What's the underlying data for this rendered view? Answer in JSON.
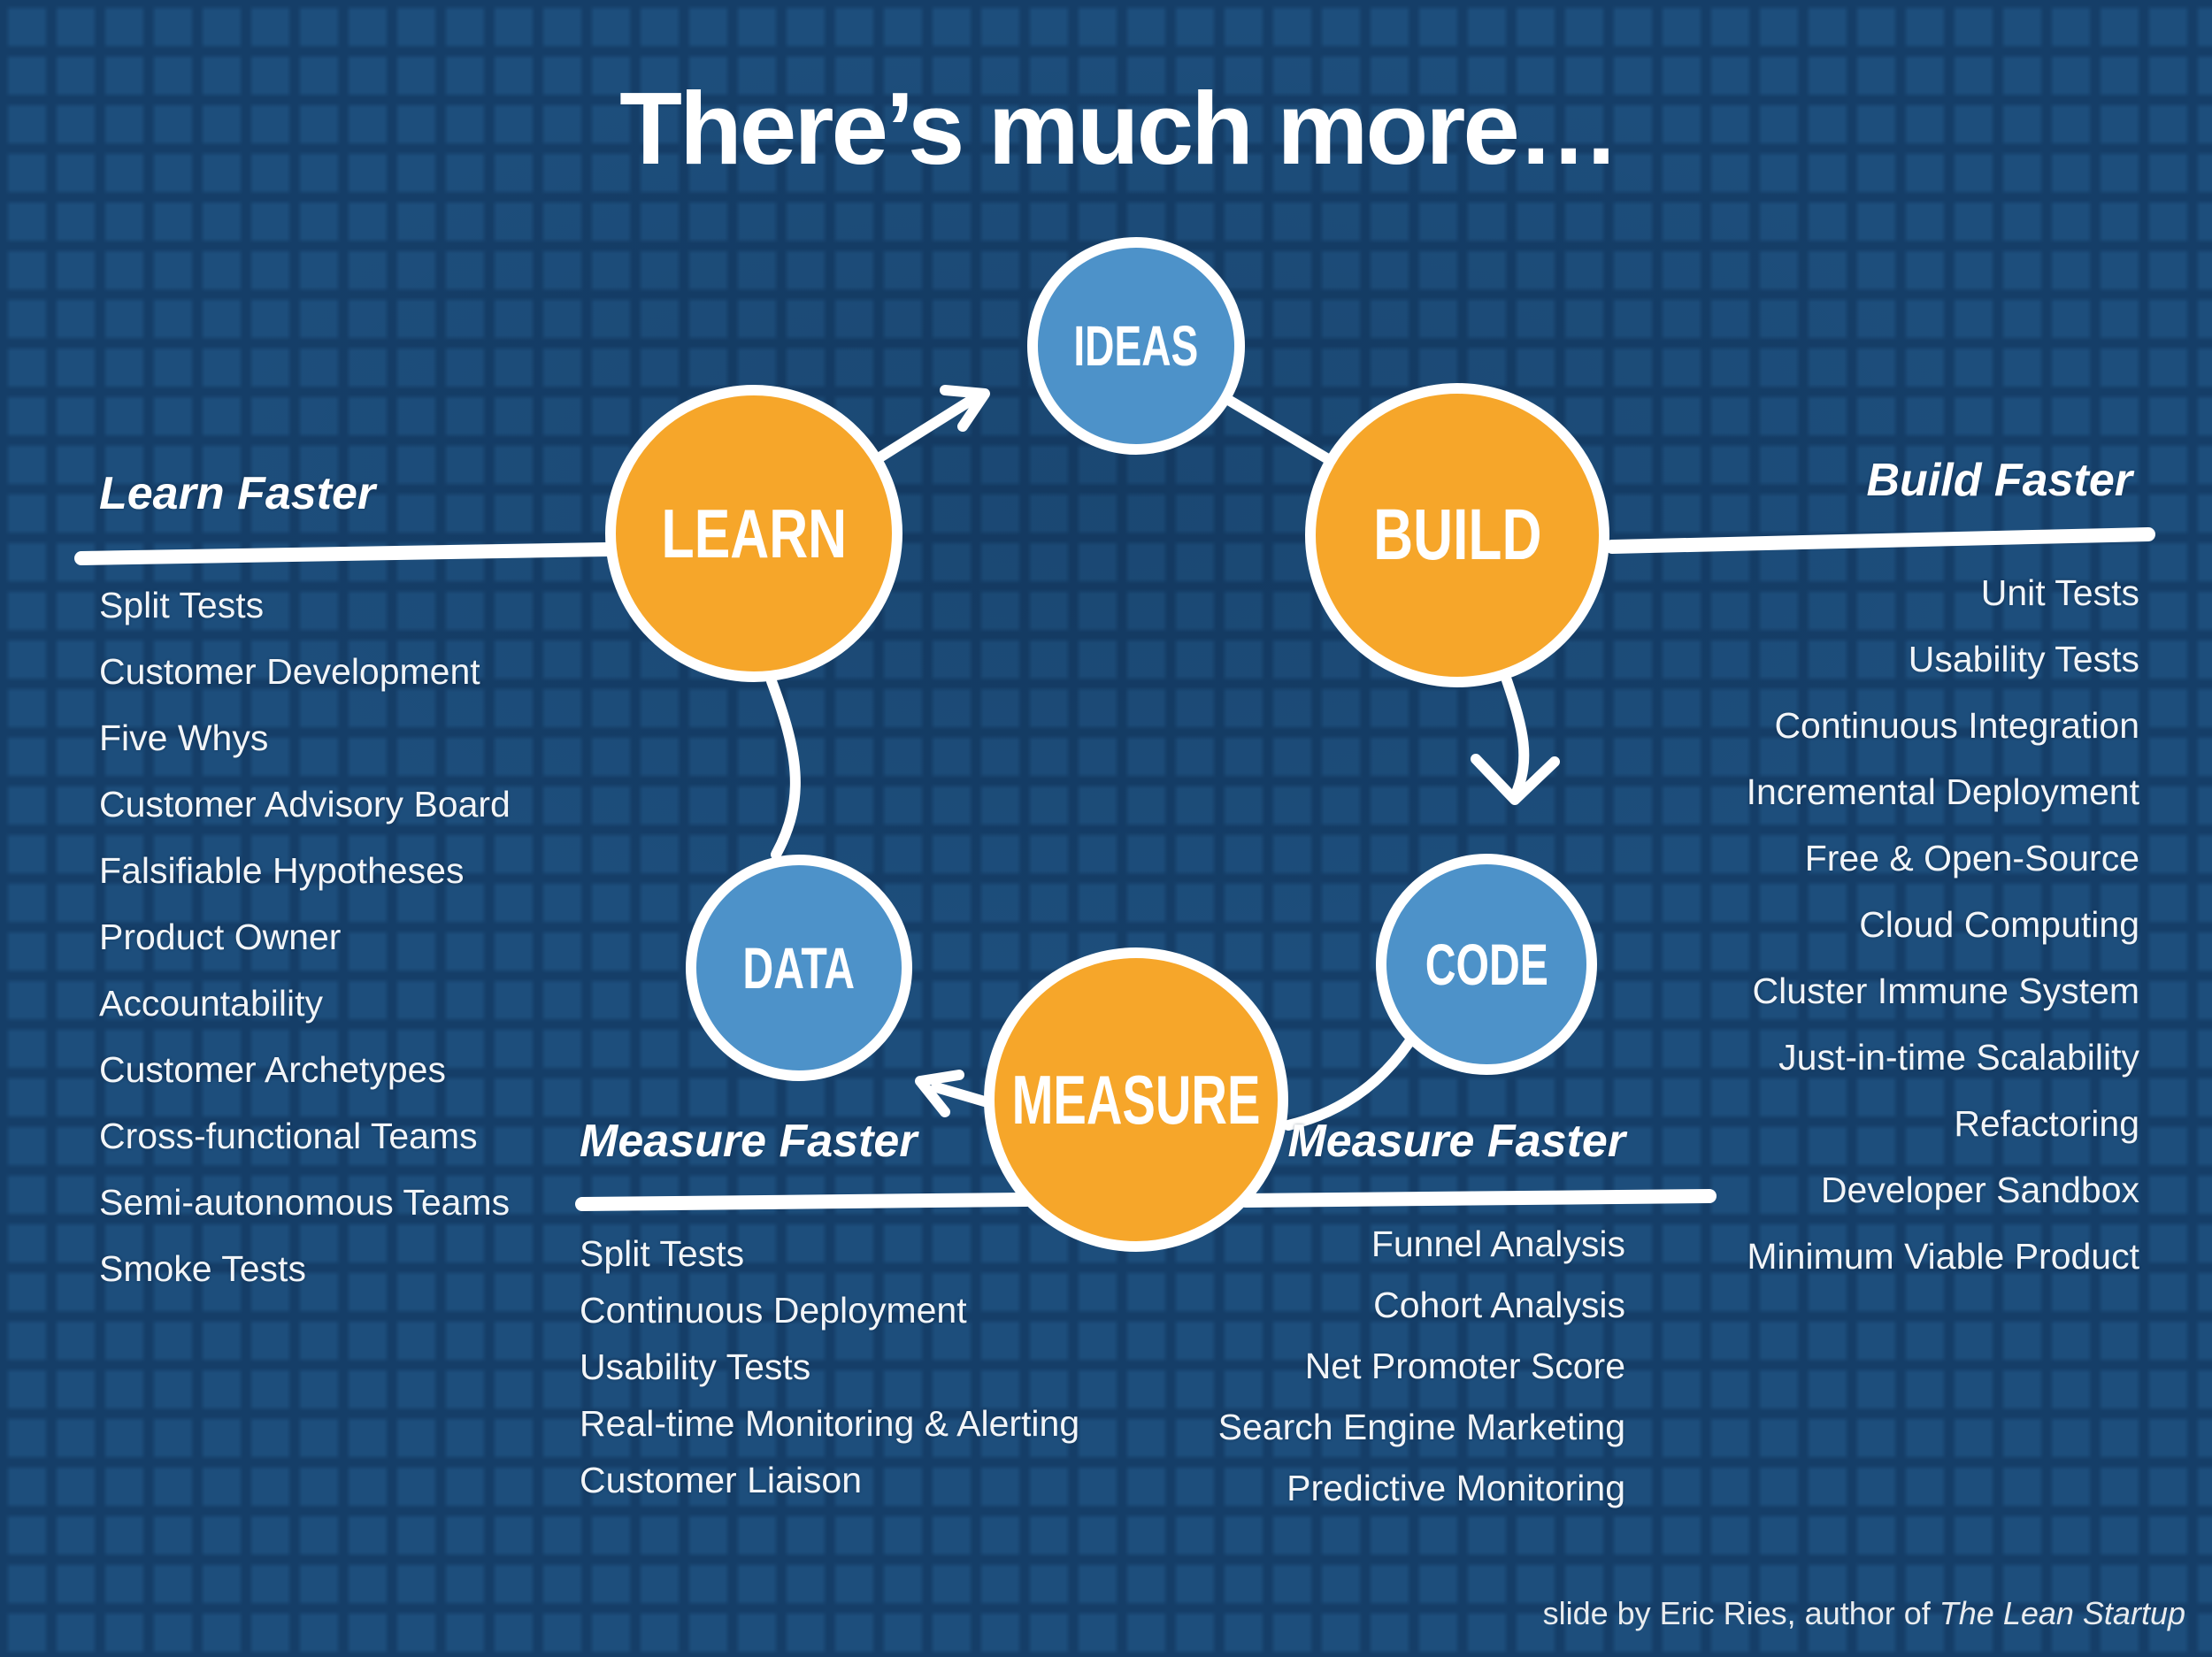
{
  "title": "There’s much more…",
  "cycle": {
    "nodes": [
      {
        "id": "ideas",
        "label": "IDEAS",
        "color": "blue"
      },
      {
        "id": "build",
        "label": "BUILD",
        "color": "orange"
      },
      {
        "id": "code",
        "label": "CODE",
        "color": "blue"
      },
      {
        "id": "measure",
        "label": "MEASURE",
        "color": "orange"
      },
      {
        "id": "data",
        "label": "DATA",
        "color": "blue"
      },
      {
        "id": "learn",
        "label": "LEARN",
        "color": "orange"
      }
    ]
  },
  "sections": {
    "learn_faster": {
      "heading": "Learn Faster",
      "items": [
        "Split Tests",
        "Customer Development",
        "Five Whys",
        "Customer Advisory Board",
        "Falsifiable Hypotheses",
        "Product Owner",
        "Accountability",
        "Customer Archetypes",
        "Cross-functional Teams",
        "Semi-autonomous Teams",
        "Smoke Tests"
      ]
    },
    "build_faster": {
      "heading": "Build Faster",
      "items": [
        "Unit Tests",
        "Usability Tests",
        "Continuous Integration",
        "Incremental Deployment",
        "Free & Open-Source",
        "Cloud Computing",
        "Cluster Immune System",
        "Just-in-time Scalability",
        "Refactoring",
        "Developer Sandbox",
        "Minimum Viable Product"
      ]
    },
    "measure_faster_left": {
      "heading": "Measure Faster",
      "items": [
        "Split Tests",
        "Continuous Deployment",
        "Usability Tests",
        "Real-time Monitoring & Alerting",
        "Customer Liaison"
      ]
    },
    "measure_faster_right": {
      "heading": "Measure Faster",
      "items": [
        "Funnel Analysis",
        "Cohort Analysis",
        "Net Promoter Score",
        "Search Engine Marketing",
        "Predictive Monitoring"
      ]
    }
  },
  "footer": {
    "prefix": "slide by Eric Ries, author of ",
    "book": "The Lean Startup"
  },
  "colors": {
    "background": "#1d4e7c",
    "grid_line": "#153e68",
    "orange": "#f6a62a",
    "blue": "#4d92c9",
    "white": "#ffffff"
  }
}
